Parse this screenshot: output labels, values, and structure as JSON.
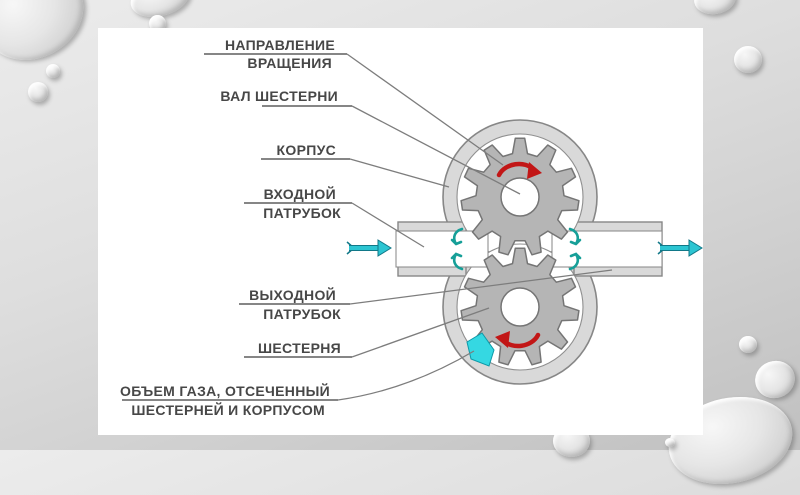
{
  "slide": {
    "labels": {
      "direction_line1": "НАПРАВЛЕНИЕ",
      "direction_line2": "ВРАЩЕНИЯ",
      "shaft": "ВАЛ ШЕСТЕРНИ",
      "housing": "КОРПУС",
      "inlet_line1": "ВХОДНОЙ",
      "inlet_line2": "ПАТРУБОК",
      "outlet_line1": "ВЫХОДНОЙ",
      "outlet_line2": "ПАТРУБОК",
      "gear": "ШЕСТЕРНЯ",
      "gas_line1": "ОБЪЕМ ГАЗА, ОТСЕЧЕННЫЙ",
      "gas_line2": "ШЕСТЕРНЕЙ И КОРПУСОМ"
    },
    "diagram": {
      "gear_teeth_count": 11,
      "gears": 2
    },
    "icons": {
      "rotation_arrow_top": "curved-arrow-right",
      "rotation_arrow_bottom": "curved-arrow-left",
      "inlet_flow_arrow": "straight-arrow-right",
      "outlet_flow_arrow": "straight-arrow-right",
      "waist_flow_hooks": "small-curved-arrows",
      "background_decor": "water-droplets"
    },
    "colors": {
      "rotation_arrow": "#c21616",
      "flow_arrow": "#2cc5d2",
      "flow_arrow_outline": "#117888",
      "gas_volume_fill": "#35d8e2",
      "mini_arrow": "#169f98",
      "housing_fill": "#d9d9d9",
      "gear_fill": "#b5b5b5",
      "outline": "#878787",
      "label_text": "#474747",
      "panel_background": "#ffffff",
      "slide_background": "#d6d6d6"
    }
  }
}
